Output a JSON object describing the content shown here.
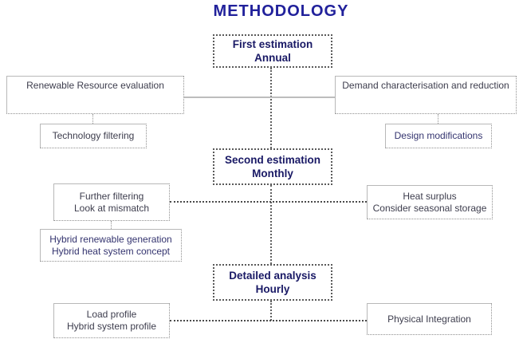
{
  "title": "METHODOLOGY",
  "colors": {
    "title_text": "#21219b",
    "stage_text": "#191965",
    "stage_border": "#5a5a5a",
    "box_text": "#3d3d4d",
    "box_text_accent": "#34346f",
    "border_light": "#b8b8b8",
    "border_dot": "#8f8f8f",
    "line_solid": "#bdbdbd",
    "line_dot": "#4a4a4a",
    "line_dot_mid": "#5f5f5f",
    "line_dot_light": "#949494"
  },
  "nodes": {
    "first_estimation": {
      "line1": "First estimation",
      "line2": "Annual"
    },
    "renewable": {
      "line1": "Renewable Resource evaluation"
    },
    "demand": {
      "line1": "Demand characterisation and reduction"
    },
    "technology": {
      "line1": "Technology filtering"
    },
    "design": {
      "line1": "Design modifications"
    },
    "second_estimation": {
      "line1": "Second estimation",
      "line2": "Monthly"
    },
    "further": {
      "line1": "Further filtering",
      "line2": "Look at mismatch"
    },
    "heat": {
      "line1": "Heat surplus",
      "line2": "Consider seasonal storage"
    },
    "hybrid": {
      "line1": "Hybrid renewable generation",
      "line2": "Hybrid heat system concept"
    },
    "detailed": {
      "line1": "Detailed analysis",
      "line2": "Hourly"
    },
    "load": {
      "line1": "Load profile",
      "line2": "Hybrid system profile"
    },
    "physical": {
      "line1": "Physical Integration"
    }
  }
}
